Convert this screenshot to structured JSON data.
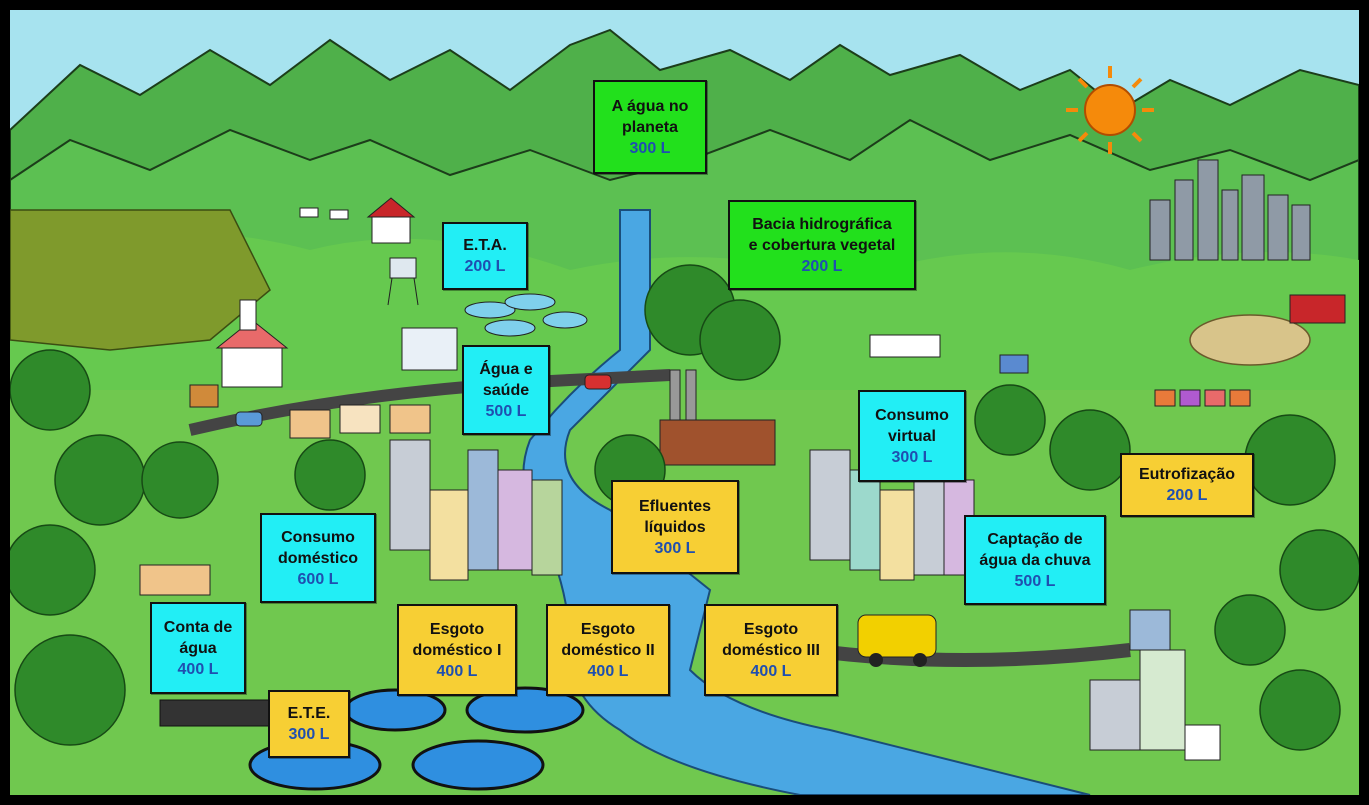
{
  "colors": {
    "green_card": "#22e01c",
    "cyan_card": "#22eef5",
    "yellow_card": "#f7cf34",
    "value_text": "#1f4fb0",
    "sky": "#a7e3ef",
    "river": "#4aa7e3"
  },
  "topics": {
    "agua_planeta": {
      "title_1": "A água no",
      "title_2": "planeta",
      "value": "300 L"
    },
    "bacia": {
      "title_1": "Bacia hidrográfica",
      "title_2": "e cobertura vegetal",
      "value": "200 L"
    },
    "eta": {
      "title_1": "E.T.A.",
      "value": "200 L"
    },
    "agua_saude": {
      "title_1": "Água e",
      "title_2": "saúde",
      "value": "500 L"
    },
    "consumo_virtual": {
      "title_1": "Consumo",
      "title_2": "virtual",
      "value": "300 L"
    },
    "eutrofizacao": {
      "title_1": "Eutrofização",
      "value": "200 L"
    },
    "efluentes": {
      "title_1": "Efluentes",
      "title_2": "líquidos",
      "value": "300 L"
    },
    "captacao": {
      "title_1": "Captação de",
      "title_2": "água da chuva",
      "value": "500 L"
    },
    "consumo_domestico": {
      "title_1": "Consumo",
      "title_2": "doméstico",
      "value": "600 L"
    },
    "conta_agua": {
      "title_1": "Conta de",
      "title_2": "água",
      "value": "400 L"
    },
    "esgoto_1": {
      "title_1": "Esgoto",
      "title_2": "doméstico I",
      "value": "400 L"
    },
    "esgoto_2": {
      "title_1": "Esgoto",
      "title_2": "doméstico II",
      "value": "400 L"
    },
    "esgoto_3": {
      "title_1": "Esgoto",
      "title_2": "doméstico III",
      "value": "400 L"
    },
    "ete": {
      "title_1": "E.T.E.",
      "value": "300 L"
    }
  }
}
